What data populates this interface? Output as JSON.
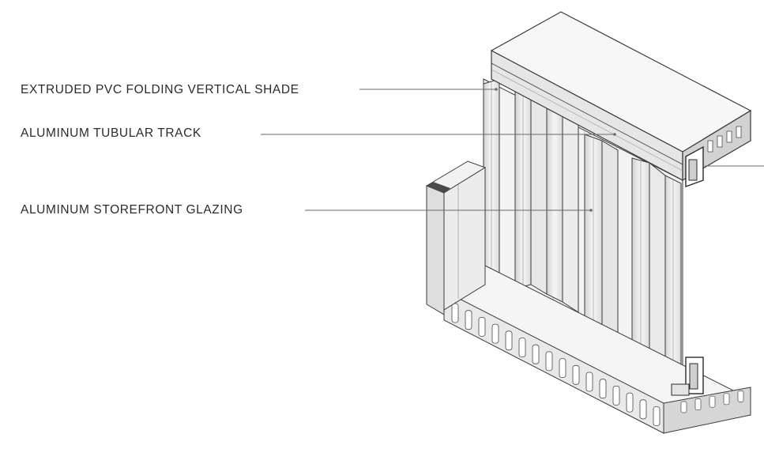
{
  "diagram": {
    "callouts": [
      {
        "id": "shade",
        "text": "EXTRUDED PVC FOLDING VERTICAL SHADE"
      },
      {
        "id": "track",
        "text": "ALUMINUM TUBULAR TRACK"
      },
      {
        "id": "glazing",
        "text": "ALUMINUM STOREFRONT GLAZING"
      }
    ],
    "colors": {
      "line": "#3a3a3a",
      "leader": "#6a6a6a",
      "face_light": "#f7f7f7",
      "face_mid": "#e4e4e4",
      "face_dark": "#c9c9c9",
      "text": "#2b2b2b"
    }
  }
}
